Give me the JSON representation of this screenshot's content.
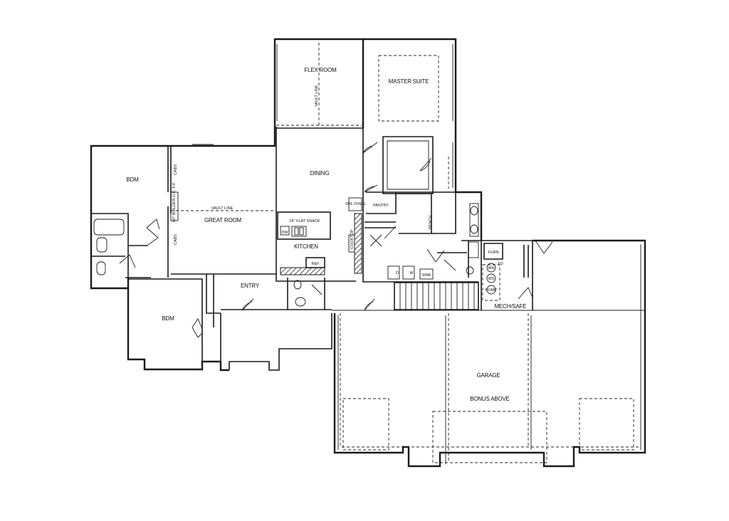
{
  "rooms": {
    "flex_room": "FLEX ROOM",
    "master_suite": "MASTER SUITE",
    "dining": "DINING",
    "bdm_upper": "BDM",
    "great_room": "GREAT ROOM",
    "kitchen": "KITCHEN",
    "entry": "ENTRY",
    "bdm_lower": "BDM",
    "garage": "GARAGE",
    "bonus_above": "BONUS ABOVE",
    "mech_safe": "MECH/SAFE",
    "pantry": "PANTRY"
  },
  "notes": {
    "vault_line_flex": "VAULT LINE",
    "vault_line_great": "VAULT LINE",
    "flat_snack": "24\" FLAT SNACK",
    "cabs_top": "CABS",
    "cabs_bottom": "CABS",
    "fireplace": "60\" BUILDER D.C. F.P.",
    "dw": "DW",
    "ref": "REF",
    "oven": "DBL OVEN",
    "cooktop": "COOKTOP",
    "dryer": "D",
    "washer": "W",
    "sink": "SINK",
    "furn": "FURN",
    "wh": "WH",
    "ws": "WS",
    "fd": "FD",
    "pump": "PUMP",
    "bench": "BENCH"
  }
}
